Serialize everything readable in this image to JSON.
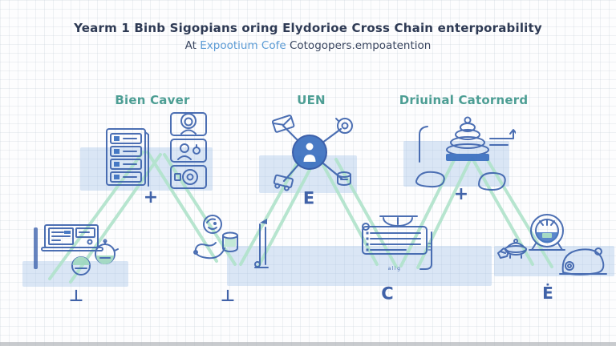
{
  "header": {
    "title": "Yearm 1 Binb Sigopians oring Elydorioe Cross Chain enterporability",
    "subtitle": {
      "prefix": "At",
      "highlight": "Expootium Cofe",
      "rest": "Cotogopers.empoatention"
    }
  },
  "columns": [
    {
      "label": "Bien Caver"
    },
    {
      "label": "UEN"
    },
    {
      "label": "Driuinal Catornerd"
    }
  ],
  "symbols": {
    "left_plus": "+",
    "center_e": "E",
    "right_plus": "+",
    "bottom1": "⊥",
    "bottom2": "⊥",
    "bottom3": "C",
    "bottom4": "Ė"
  },
  "tiny_label": "alig",
  "icons": [
    "server-rack-icon",
    "agent-stack-icon",
    "network-hub-icon",
    "beehive-icon",
    "workstation-icon",
    "snake-jar-icon",
    "document-list-icon",
    "wheel-mouse-icon"
  ],
  "colors": {
    "title_text": "#2e3a54",
    "subtitle_highlight": "#5b9bd5",
    "column_header": "#4d9e94",
    "sketch_stroke": "#3d63ad",
    "sketch_fill": "#3a6fc0",
    "connector_green": "#b0e3cb",
    "band_blue": "#a4c3e9",
    "teal_fill": "#9fd8c0"
  }
}
